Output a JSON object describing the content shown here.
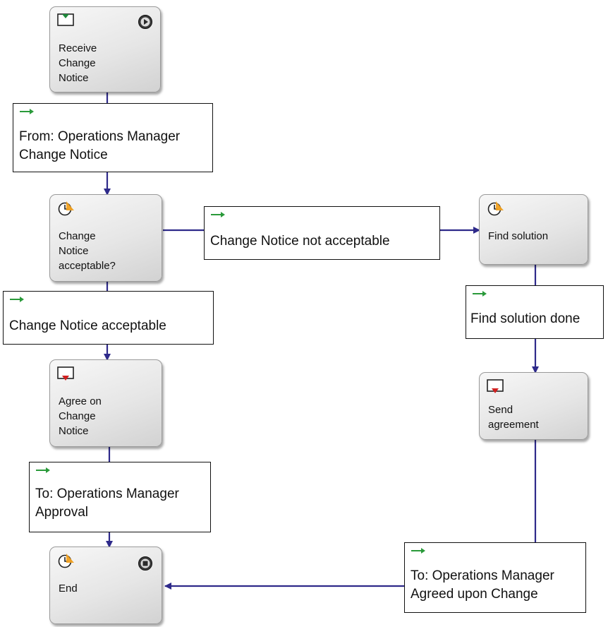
{
  "colors": {
    "connector": "#2e2a8a",
    "flow_arrow": "#2a9a3a",
    "task_icon_accent": "#1e8a3a",
    "timer_accent": "#f0a020",
    "send_accent": "#d02020"
  },
  "nodes": {
    "receive": {
      "label": "Receive\nChange\nNotice",
      "icon": "receive-message-icon",
      "status": "start-event-icon"
    },
    "decision": {
      "label": "Change\nNotice\nacceptable?",
      "icon": "timer-activity-icon"
    },
    "agree": {
      "label": "Agree on\nChange\nNotice",
      "icon": "send-message-icon"
    },
    "end": {
      "label": "End",
      "icon": "timer-activity-icon",
      "status": "end-event-icon"
    },
    "find": {
      "label": "Find solution",
      "icon": "timer-activity-icon"
    },
    "send": {
      "label": "Send\nagreement",
      "icon": "send-message-icon"
    }
  },
  "transitions": {
    "from_change_notice": {
      "line1": "From: Operations Manager",
      "line2": "Change Notice"
    },
    "not_acceptable": {
      "line1": "Change Notice not acceptable"
    },
    "acceptable": {
      "line1": "Change Notice acceptable"
    },
    "solution_done": {
      "line1": "Find solution done"
    },
    "to_approval": {
      "line1": "To: Operations Manager",
      "line2": "Approval"
    },
    "to_agreed": {
      "line1": "To: Operations Manager",
      "line2": "Agreed upon Change"
    }
  }
}
